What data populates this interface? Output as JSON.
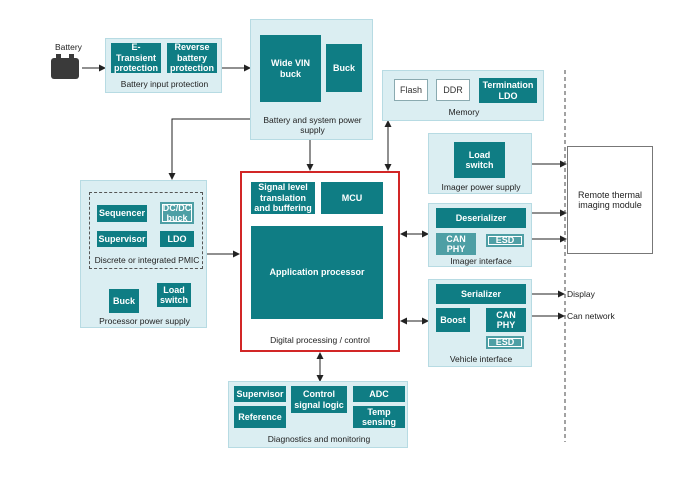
{
  "battery_label": "Battery",
  "battery_protection": {
    "e_transient": "E-Transient protection",
    "reverse": "Reverse battery protection",
    "caption": "Battery input protection"
  },
  "system_power": {
    "wide_vin": "Wide VIN buck",
    "buck": "Buck",
    "caption": "Battery and system power supply"
  },
  "memory": {
    "flash": "Flash",
    "ddr": "DDR",
    "ldo": "Termination LDO",
    "caption": "Memory"
  },
  "imager_power": {
    "load_switch": "Load switch",
    "caption": "Imager power supply"
  },
  "imager_interface": {
    "deserializer": "Deserializer",
    "can_phy": "CAN PHY",
    "esd": "ESD",
    "caption": "Imager interface"
  },
  "vehicle_interface": {
    "serializer": "Serializer",
    "boost": "Boost",
    "can_phy": "CAN PHY",
    "esd": "ESD",
    "caption": "Vehicle interface"
  },
  "processor_power": {
    "sequencer": "Sequencer",
    "dcdc": "DC/DC buck",
    "supervisor": "Supervisor",
    "ldo": "LDO",
    "pmic_caption": "Discrete or integrated PMIC",
    "buck": "Buck",
    "load_switch": "Load switch",
    "caption": "Processor power supply"
  },
  "digital_processing": {
    "signal_level": "Signal level translation and buffering",
    "mcu": "MCU",
    "app_processor": "Application processor",
    "caption": "Digital processing / control"
  },
  "diagnostics": {
    "supervisor": "Supervisor",
    "control_signal": "Control signal logic",
    "adc": "ADC",
    "reference": "Reference",
    "temp_sensing": "Temp sensing",
    "caption": "Diagnostics and monitoring"
  },
  "remote_module": "Remote thermal imaging module",
  "display_label": "Display",
  "can_network_label": "Can network",
  "colors": {
    "block": "#0f7d84",
    "block_light": "#4e9fa5",
    "group_bg": "#dbeef2",
    "highlight": "#d22626"
  }
}
